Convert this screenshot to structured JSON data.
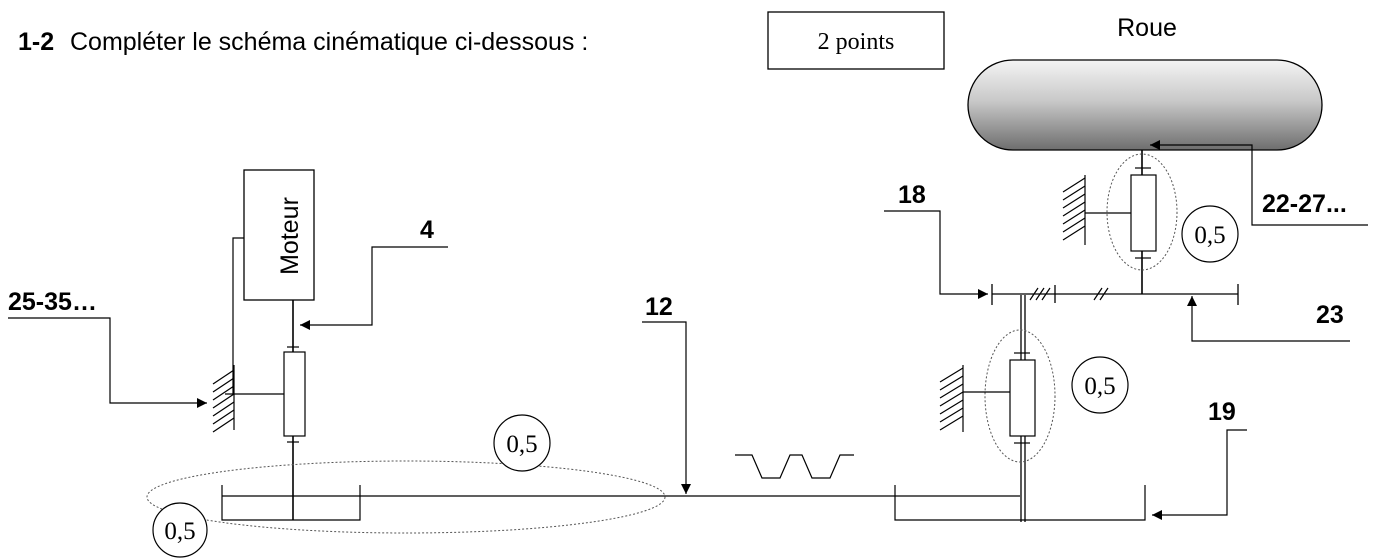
{
  "header": {
    "number": "1-2",
    "instruction": "Compléter le schéma cinématique ci-dessous :",
    "points_box": "2 points"
  },
  "labels": {
    "roue": "Roue",
    "moteur": "Moteur",
    "part_4": "4",
    "part_25_35": "25-35…",
    "part_12": "12",
    "part_18": "18",
    "part_22_27": "22-27...",
    "part_23": "23",
    "part_19": "19"
  },
  "scores": {
    "belt_top": "0,5",
    "belt_left": "0,5",
    "bearing_right_lower": "0,5",
    "bearing_right_upper": "0,5"
  }
}
